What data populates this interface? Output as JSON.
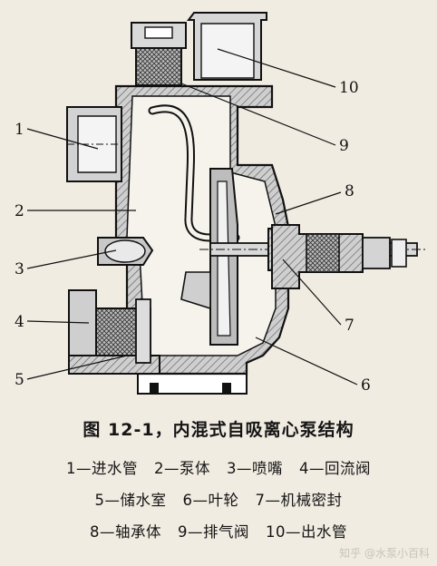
{
  "figure": {
    "title": "图 12-1，内混式自吸离心泵结构",
    "labels": [
      "1",
      "2",
      "3",
      "4",
      "5",
      "6",
      "7",
      "8",
      "9",
      "10"
    ],
    "legend_rows": [
      [
        "1—进水管",
        "2—泵体",
        "3—喷嘴",
        "4—回流阀"
      ],
      [
        "5—储水室",
        "6—叶轮",
        "7—机械密封"
      ],
      [
        "8—轴承体",
        "9—排气阀",
        "10—出水管"
      ]
    ]
  },
  "watermark": "知乎 @水泵小百科"
}
